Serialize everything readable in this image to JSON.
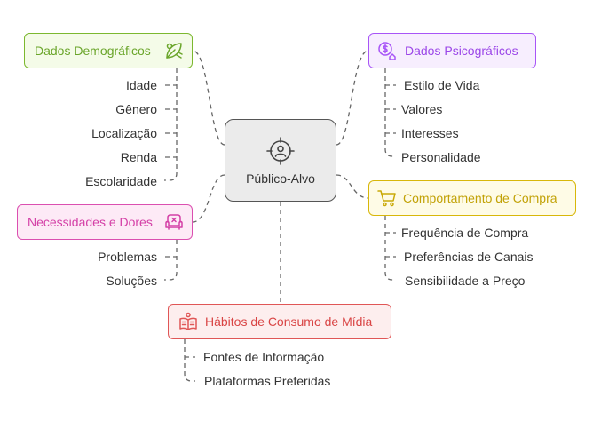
{
  "center": {
    "label": "Público-Alvo",
    "icon": "target-person-icon"
  },
  "categories": {
    "demograficos": {
      "title": "Dados Demográficos",
      "color": "#7cb82f",
      "fill": "#f4fbe8",
      "icon": "leaf-icon",
      "items": [
        "Idade",
        "Gênero",
        "Localização",
        "Renda",
        "Escolaridade"
      ]
    },
    "psicograficos": {
      "title": "Dados Psicográficos",
      "color": "#a855f7",
      "fill": "#f7eefe",
      "icon": "money-head-icon",
      "items": [
        "Estilo de Vida",
        "Valores",
        "Interesses",
        "Personalidade"
      ]
    },
    "necessidades": {
      "title": "Necessidades e Dores",
      "color": "#db4fb0",
      "fill": "#fdeaf6",
      "icon": "sofa-x-icon",
      "items": [
        "Problemas",
        "Soluções"
      ]
    },
    "comportamento": {
      "title": "Comportamento de Compra",
      "color": "#d8b70a",
      "fill": "#fefbe6",
      "icon": "shopping-cart-icon",
      "items": [
        "Frequência de Compra",
        "Preferências de Canais",
        "Sensibilidade a Preço"
      ]
    },
    "habitos": {
      "title": "Hábitos de Consumo de Mídia",
      "color": "#e05656",
      "fill": "#fdeeee",
      "icon": "newspaper-icon",
      "items": [
        "Fontes de Informação",
        "Plataformas Preferidas"
      ]
    }
  }
}
